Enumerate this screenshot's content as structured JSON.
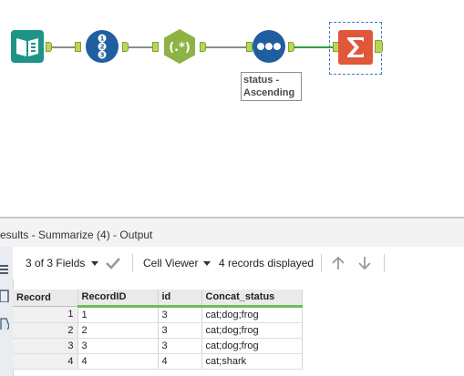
{
  "canvas": {
    "sort_annotation": "status -\nAscending"
  },
  "results": {
    "title": "esults - Summarize (4) - Output",
    "toolbar": {
      "fields_label": "3 of 3 Fields",
      "viewer_label": "Cell Viewer",
      "records_label": "4 records displayed"
    },
    "columns": [
      "Record",
      "RecordID",
      "id",
      "Concat_status"
    ],
    "rows": [
      [
        "1",
        "1",
        "3",
        "cat;dog;frog"
      ],
      [
        "2",
        "2",
        "3",
        "cat;dog;frog"
      ],
      [
        "3",
        "3",
        "3",
        "cat;dog;frog"
      ],
      [
        "4",
        "4",
        "4",
        "cat;shark"
      ]
    ]
  },
  "colors": {
    "input_tool": "#1e9487",
    "record_id_tool": "#1f5fa0",
    "regex_tool": "#8db344",
    "sort_tool": "#1f5fa0",
    "summarize_tool": "#e0573a",
    "anchor": "#b6d75a",
    "selected_connection": "#2e9c3f"
  }
}
